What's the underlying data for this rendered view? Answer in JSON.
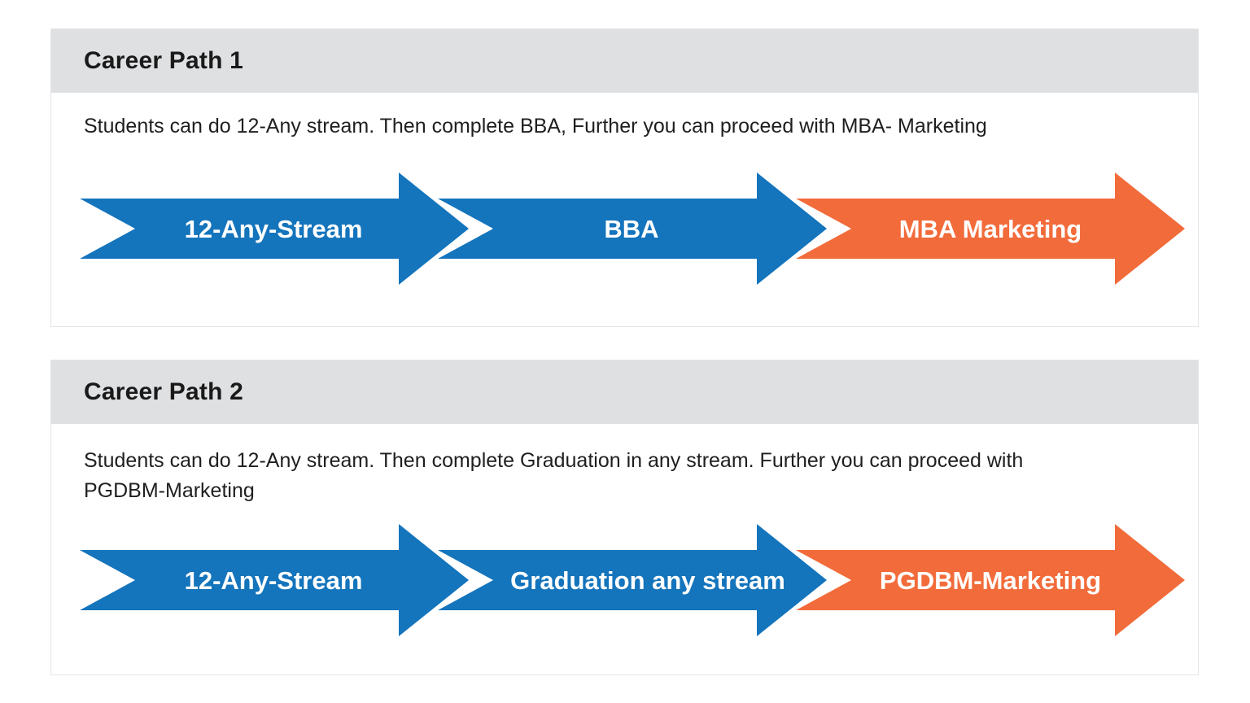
{
  "colors": {
    "blue_step": "#1474bc",
    "orange_step": "#f26b3a",
    "header_bg": "#dfe0e2"
  },
  "paths": [
    {
      "title": "Career Path 1",
      "description": "Students can do 12-Any stream. Then complete BBA, Further you can proceed with MBA- Marketing",
      "steps": [
        {
          "label": "12-Any-Stream",
          "color": "blue"
        },
        {
          "label": "BBA",
          "color": "blue"
        },
        {
          "label": "MBA Marketing",
          "color": "orange"
        }
      ]
    },
    {
      "title": "Career Path 2",
      "description": "Students can do 12-Any stream. Then complete Graduation in any stream. Further you can proceed with PGDBM-Marketing",
      "steps": [
        {
          "label": "12-Any-Stream",
          "color": "blue"
        },
        {
          "label": "Graduation any stream",
          "color": "blue"
        },
        {
          "label": "PGDBM-Marketing",
          "color": "orange"
        }
      ]
    }
  ]
}
